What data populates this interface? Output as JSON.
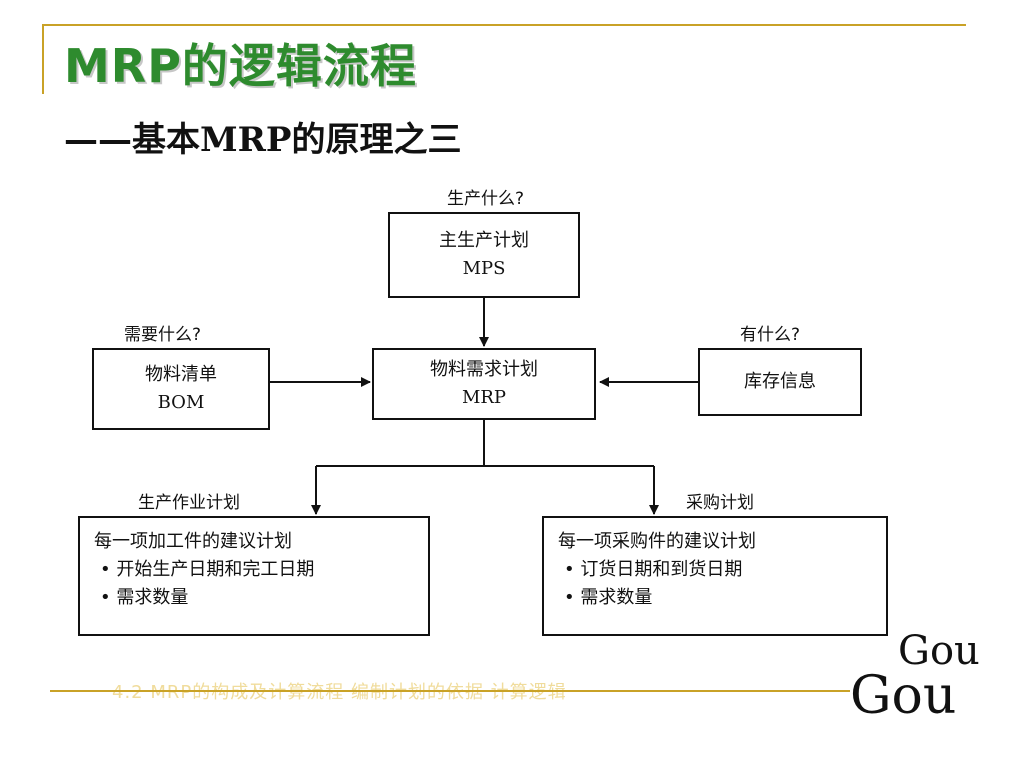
{
  "slide": {
    "title": "MRP的逻辑流程",
    "subtitle": "——基本MRP的原理之三",
    "footer_faint": "4.2 MRP的构成及计算流程  编制计划的依据 计算逻辑",
    "logo": {
      "line1": "Gou",
      "line2": "Gou"
    }
  },
  "diagram": {
    "mps": {
      "question": "生产什么?",
      "line1": "主生产计划",
      "line2": "MPS"
    },
    "bom": {
      "question": "需要什么?",
      "line1": "物料清单",
      "line2": "BOM"
    },
    "mrp": {
      "line1": "物料需求计划",
      "line2": "MRP"
    },
    "inventory": {
      "question": "有什么?",
      "line1": "库存信息"
    },
    "production": {
      "label": "生产作业计划",
      "title": "每一项加工件的建议计划",
      "items": [
        "• 开始生产日期和完工日期",
        "• 需求数量"
      ]
    },
    "purchase": {
      "label": "采购计划",
      "title": "每一项采购件的建议计划",
      "items": [
        "• 订货日期和到货日期",
        "• 需求数量"
      ]
    }
  }
}
